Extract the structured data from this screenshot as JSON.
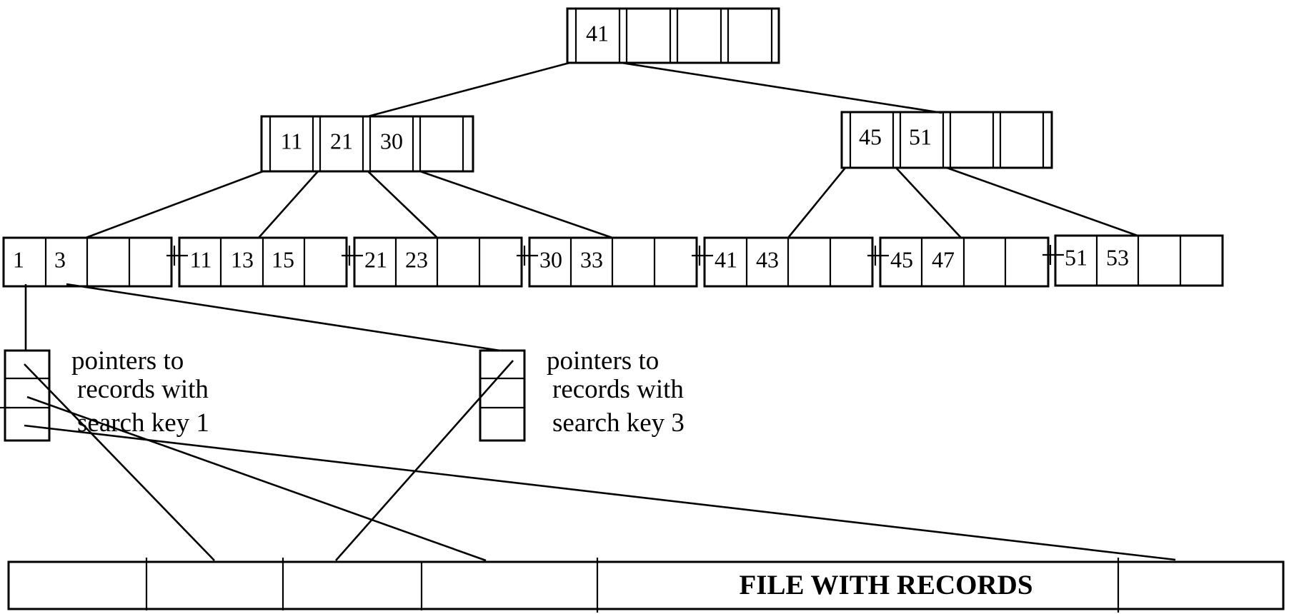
{
  "root": {
    "keys": [
      "41",
      "",
      "",
      ""
    ]
  },
  "internal": [
    {
      "keys": [
        "11",
        "21",
        "30",
        ""
      ]
    },
    {
      "keys": [
        "45",
        "51",
        "",
        ""
      ]
    }
  ],
  "leaves": [
    {
      "keys": [
        "1",
        "3",
        "",
        ""
      ]
    },
    {
      "keys": [
        "11",
        "13",
        "15",
        ""
      ]
    },
    {
      "keys": [
        "21",
        "23",
        "",
        ""
      ]
    },
    {
      "keys": [
        "30",
        "33",
        "",
        ""
      ]
    },
    {
      "keys": [
        "41",
        "43",
        "",
        ""
      ]
    },
    {
      "keys": [
        "45",
        "47",
        "",
        ""
      ]
    },
    {
      "keys": [
        "51",
        "53",
        "",
        ""
      ]
    }
  ],
  "buckets": [
    {
      "label_lines": [
        "pointers to",
        "records with",
        "search key 1"
      ]
    },
    {
      "label_lines": [
        "pointers to",
        "records with",
        "search key 3"
      ]
    }
  ],
  "file": {
    "label": "FILE WITH RECORDS"
  }
}
